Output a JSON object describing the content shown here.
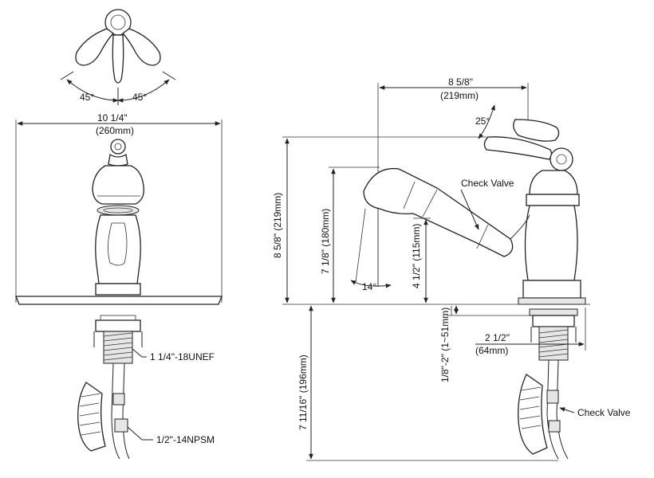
{
  "top_view": {
    "angle_left": "45°",
    "angle_right": "45°"
  },
  "front_view": {
    "width_in": "10 1/4\"",
    "width_mm": "(260mm)",
    "thread_label": "1 1/4\"-18UNEF",
    "hose_label": "1/2\"-14NPSM"
  },
  "side_view": {
    "reach_in": "8 5/8\"",
    "reach_mm": "(219mm)",
    "handle_angle": "25°",
    "check_valve_top": "Check Valve",
    "overall_height": "8 5/8\" (219mm)",
    "spout_height": "7 1/8\" (180mm)",
    "spout_clearance": "4 1/2\" (115mm)",
    "spout_angle": "14°",
    "deck_thickness": "1/8\"-2\" (1~51mm)",
    "shank_in": "2 1/2\"",
    "shank_mm": "(64mm)",
    "below_deck": "7 11/16\" (196mm)",
    "check_valve_bottom": "Check Valve"
  },
  "colors": {
    "line": "#222222",
    "fill": "#e6e6e6"
  }
}
